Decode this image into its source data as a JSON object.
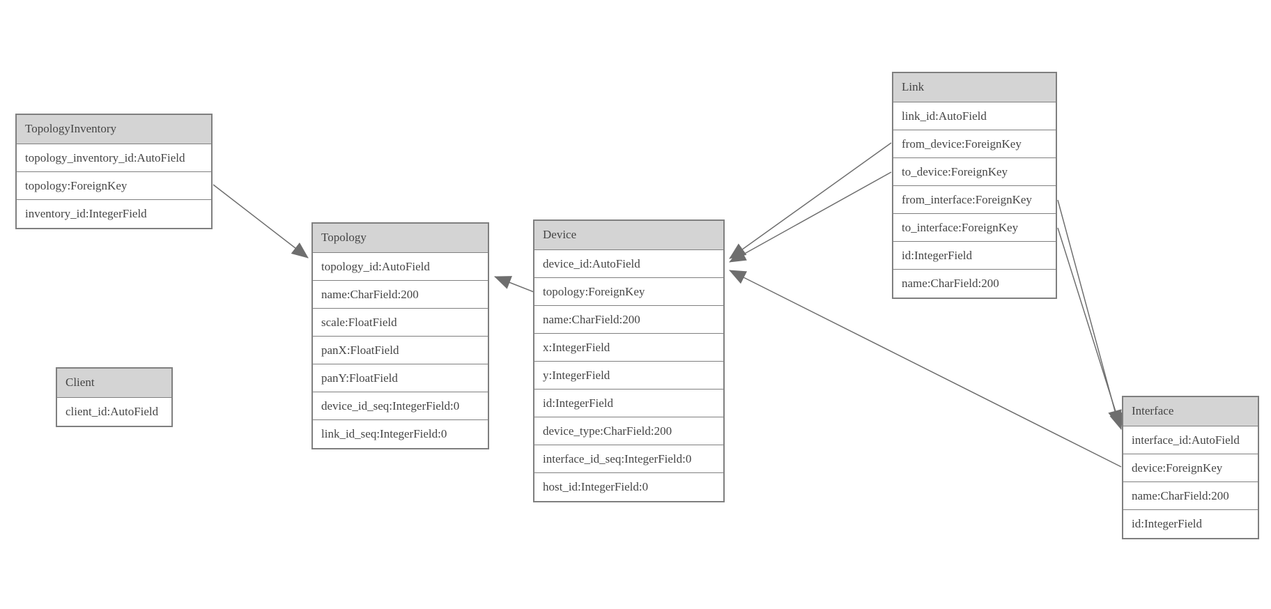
{
  "diagram_type": "entity-relationship-model-graph",
  "entities": [
    {
      "name": "TopologyInventory",
      "fields": [
        "topology_inventory_id:AutoField",
        "topology:ForeignKey",
        "inventory_id:IntegerField"
      ]
    },
    {
      "name": "Topology",
      "fields": [
        "topology_id:AutoField",
        "name:CharField:200",
        "scale:FloatField",
        "panX:FloatField",
        "panY:FloatField",
        "device_id_seq:IntegerField:0",
        "link_id_seq:IntegerField:0"
      ]
    },
    {
      "name": "Client",
      "fields": [
        "client_id:AutoField"
      ]
    },
    {
      "name": "Device",
      "fields": [
        "device_id:AutoField",
        "topology:ForeignKey",
        "name:CharField:200",
        "x:IntegerField",
        "y:IntegerField",
        "id:IntegerField",
        "device_type:CharField:200",
        "interface_id_seq:IntegerField:0",
        "host_id:IntegerField:0"
      ]
    },
    {
      "name": "Link",
      "fields": [
        "link_id:AutoField",
        "from_device:ForeignKey",
        "to_device:ForeignKey",
        "from_interface:ForeignKey",
        "to_interface:ForeignKey",
        "id:IntegerField",
        "name:CharField:200"
      ]
    },
    {
      "name": "Interface",
      "fields": [
        "interface_id:AutoField",
        "device:ForeignKey",
        "name:CharField:200",
        "id:IntegerField"
      ]
    }
  ],
  "relationships": [
    {
      "from": "TopologyInventory.topology",
      "to": "Topology"
    },
    {
      "from": "Device.topology",
      "to": "Topology"
    },
    {
      "from": "Link.from_device",
      "to": "Device"
    },
    {
      "from": "Link.to_device",
      "to": "Device"
    },
    {
      "from": "Link.from_interface",
      "to": "Interface"
    },
    {
      "from": "Link.to_interface",
      "to": "Interface"
    },
    {
      "from": "Interface.device",
      "to": "Device"
    }
  ],
  "colors": {
    "background": "#ffffff",
    "header_fill": "#d4d4d4",
    "border": "#7f7f7f",
    "edge": "#6e6e6e",
    "text": "#454545"
  }
}
